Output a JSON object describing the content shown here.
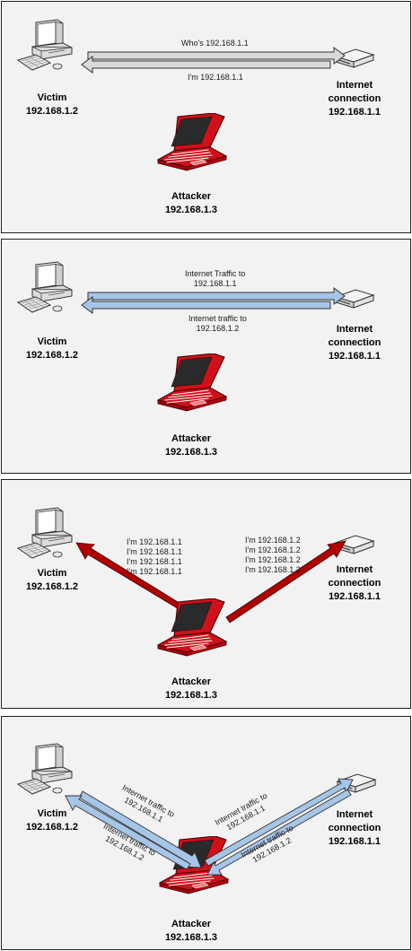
{
  "panels": [
    {
      "victim": {
        "name": "Victim",
        "ip": "192.168.1.2"
      },
      "gateway": {
        "name1": "Internet",
        "name2": "connection",
        "ip": "192.168.1.1"
      },
      "attacker": {
        "name": "Attacker",
        "ip": "192.168.1.3"
      },
      "msg_top": "Who's 192.168.1.1",
      "msg_bottom": "I'm 192.168.1.1"
    },
    {
      "victim": {
        "name": "Victim",
        "ip": "192.168.1.2"
      },
      "gateway": {
        "name1": "Internet",
        "name2": "connection",
        "ip": "192.168.1.1"
      },
      "attacker": {
        "name": "Attacker",
        "ip": "192.168.1.3"
      },
      "msg_top": [
        "Internet Traffic to",
        "192.168.1.1"
      ],
      "msg_bottom": [
        "Internet traffic to",
        "192.168.1.2"
      ]
    },
    {
      "victim": {
        "name": "Victim",
        "ip": "192.168.1.2"
      },
      "gateway": {
        "name1": "Internet",
        "name2": "connection",
        "ip": "192.168.1.1"
      },
      "attacker": {
        "name": "Attacker",
        "ip": "192.168.1.3"
      },
      "msgs_left": [
        "I'm 192.168.1.1",
        "I'm 192.168.1.1",
        "I'm 192.168.1.1",
        "I'm 192.168.1.1"
      ],
      "msgs_right": [
        "I'm 192.168.1.2",
        "I'm 192.168.1.2",
        "I'm 192.168.1.2",
        "I'm 192.168.1.2"
      ]
    },
    {
      "victim": {
        "name": "Victim",
        "ip": "192.168.1.2"
      },
      "gateway": {
        "name1": "Internet",
        "name2": "connection",
        "ip": "192.168.1.1"
      },
      "attacker": {
        "name": "Attacker",
        "ip": "192.168.1.3"
      },
      "msg_l1": [
        "Internet traffic to",
        "192.168.1.1"
      ],
      "msg_l2": [
        "Internet traffic to",
        "192.168.1.2"
      ],
      "msg_r1": [
        "Internet traffic to",
        "192.168.1.1"
      ],
      "msg_r2": [
        "Internet traffic to",
        "192.168.1.2"
      ]
    }
  ],
  "colors": {
    "panel_bg": "#f2f2f2",
    "arrow_gray": "#d9d9d9",
    "arrow_blue": "#a6c6e8",
    "arrow_red": "#b00000",
    "laptop_red": "#d0101a"
  }
}
